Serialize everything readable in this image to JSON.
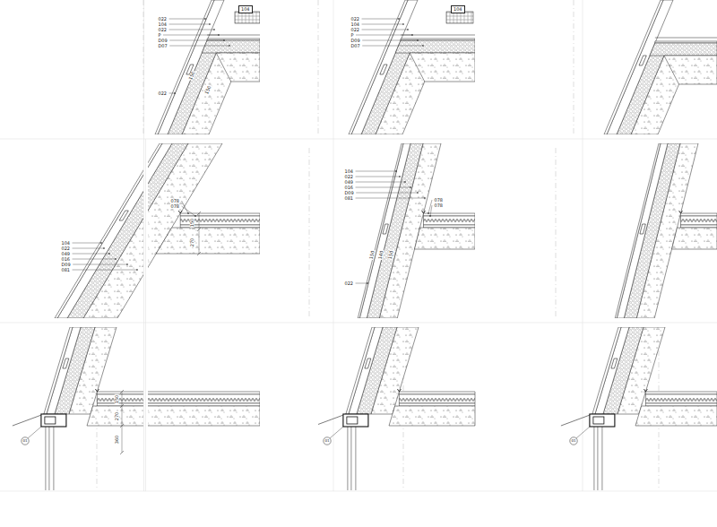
{
  "diagram": {
    "labels": [
      "022",
      "104",
      "022",
      "P",
      "D09",
      "D07",
      "104",
      "022",
      "150",
      "150",
      "022",
      "104",
      "022",
      "P",
      "D09",
      "D07",
      "104",
      "104",
      "022",
      "049",
      "016",
      "D09",
      "081",
      "078",
      "078",
      "150",
      "270",
      "104",
      "022",
      "049",
      "016",
      "D09",
      "081",
      "078",
      "078",
      "022",
      "150",
      "140",
      "150",
      "150",
      "270",
      "360",
      "01",
      "01",
      "01"
    ]
  }
}
